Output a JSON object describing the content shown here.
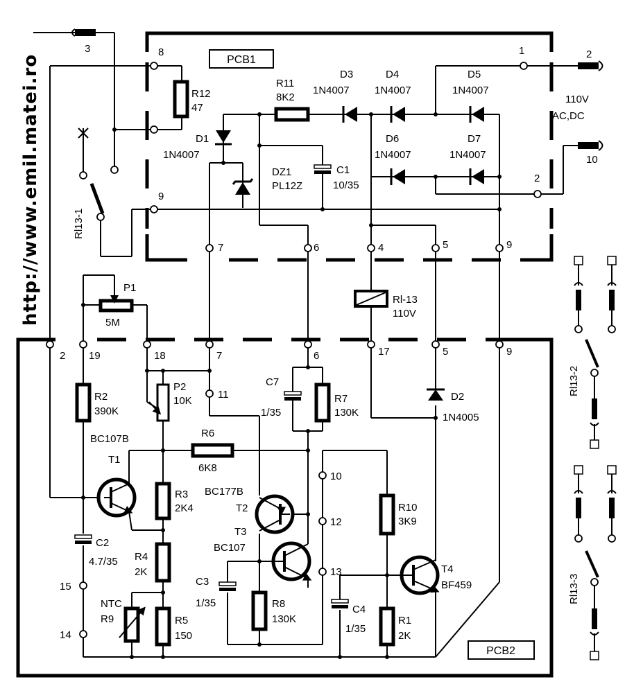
{
  "site_url": "http://www.emil.matei.ro",
  "pcb_labels": {
    "pcb1": "PCB1",
    "pcb2": "PCB2"
  },
  "supply": {
    "voltage": "110V",
    "type": "AC,DC"
  },
  "pads_pcb1": [
    "8",
    "1",
    "9",
    "7",
    "6",
    "4",
    "5",
    "9"
  ],
  "pads_pcb2": [
    "2",
    "19",
    "18",
    "7",
    "6",
    "17",
    "5",
    "9",
    "11",
    "10",
    "12",
    "13",
    "15",
    "14"
  ],
  "connectors": {
    "c3": "3",
    "c2": "2",
    "c10": "10",
    "t2": "2"
  },
  "components": {
    "r12": {
      "name": "R12",
      "value": "47"
    },
    "r11": {
      "name": "R11",
      "value": "8K2"
    },
    "d1": {
      "name": "D1",
      "value": "1N4007"
    },
    "d3": {
      "name": "D3",
      "value": "1N4007"
    },
    "d4": {
      "name": "D4",
      "value": "1N4007"
    },
    "d5": {
      "name": "D5",
      "value": "1N4007"
    },
    "d6": {
      "name": "D6",
      "value": "1N4007"
    },
    "d7": {
      "name": "D7",
      "value": "1N4007"
    },
    "dz1": {
      "name": "DZ1",
      "value": "PL12Z"
    },
    "c1": {
      "name": "C1",
      "value": "10/35"
    },
    "rl1": {
      "name": "Rl13-1"
    },
    "rl2": {
      "name": "Rl13-2"
    },
    "rl3": {
      "name": "Rl13-3"
    },
    "relay": {
      "name": "Rl-13",
      "value": "110V"
    },
    "p1": {
      "name": "P1",
      "value": "5M"
    },
    "p2": {
      "name": "P2",
      "value": "10K"
    },
    "r2": {
      "name": "R2",
      "value": "390K"
    },
    "c7": {
      "name": "C7",
      "value": "1/35"
    },
    "r7": {
      "name": "R7",
      "value": "130K"
    },
    "d2": {
      "name": "D2",
      "value": "1N4005"
    },
    "r6": {
      "name": "R6",
      "value": "6K8"
    },
    "t1": {
      "name": "T1",
      "value": "BC107B"
    },
    "r3": {
      "name": "R3",
      "value": "2K4"
    },
    "t2": {
      "name": "T2",
      "value": "BC177B"
    },
    "t3": {
      "name": "T3",
      "value": "BC107"
    },
    "r10": {
      "name": "R10",
      "value": "3K9"
    },
    "c2": {
      "name": "C2",
      "value": "4.7/35"
    },
    "r4": {
      "name": "R4",
      "value": "2K"
    },
    "t4": {
      "name": "T4",
      "value": "BF459"
    },
    "c3": {
      "name": "C3",
      "value": "1/35"
    },
    "r8": {
      "name": "R8",
      "value": "130K"
    },
    "c4": {
      "name": "C4",
      "value": "1/35"
    },
    "ntc": {
      "name": "NTC",
      "sub": "R9"
    },
    "r5": {
      "name": "R5",
      "value": "150"
    },
    "r1": {
      "name": "R1",
      "value": "2K"
    }
  }
}
